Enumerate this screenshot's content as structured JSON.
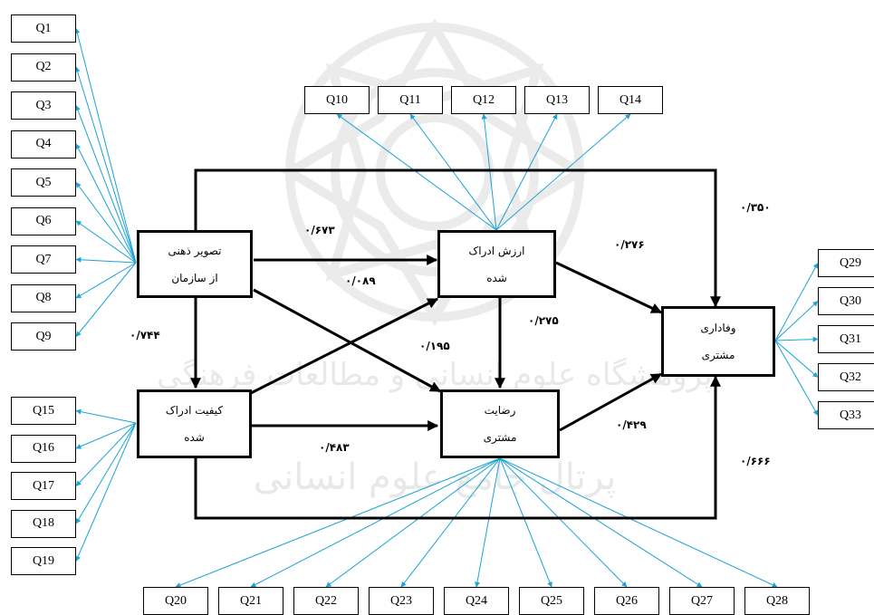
{
  "watermark": {
    "text": "پژوهشگاه علوم انسانی و مطالعات فرهنگی",
    "subtext": "پرتال جامع علوم انسانی"
  },
  "colors": {
    "indicator_arrow": "#1aa3d6",
    "structure": "#000000"
  },
  "constructs": {
    "image": {
      "line1": "تصویر ذهنی",
      "line2": "از سازمان"
    },
    "value": {
      "line1": "ارزش ادراک",
      "line2": "شده"
    },
    "quality": {
      "line1": "کیفیت ادراک",
      "line2": "شده"
    },
    "satisfaction": {
      "line1": "رضایت",
      "line2": "مشتری"
    },
    "loyalty": {
      "line1": "وفاداری",
      "line2": "مشتری"
    }
  },
  "coefficients": {
    "image_value": "۰/۶۷۳",
    "quality_value": "۰/۰۸۹",
    "image_quality": "۰/۷۴۴",
    "image_satisfaction": "۰/۱۹۵",
    "value_satisfaction": "۰/۲۷۵",
    "value_loyalty": "۰/۲۷۶",
    "image_loyalty": "۰/۳۵۰",
    "satisfaction_loyalty": "۰/۴۲۹",
    "quality_satisfaction": "۰/۴۸۳",
    "quality_loyalty": "۰/۶۶۶"
  },
  "indicators": {
    "image": [
      "Q1",
      "Q2",
      "Q3",
      "Q4",
      "Q5",
      "Q6",
      "Q7",
      "Q8",
      "Q9"
    ],
    "value": [
      "Q10",
      "Q11",
      "Q12",
      "Q13",
      "Q14"
    ],
    "quality": [
      "Q15",
      "Q16",
      "Q17",
      "Q18",
      "Q19"
    ],
    "satisfaction": [
      "Q20",
      "Q21",
      "Q22",
      "Q23",
      "Q24",
      "Q25",
      "Q26",
      "Q27",
      "Q28"
    ],
    "loyalty": [
      "Q29",
      "Q30",
      "Q31",
      "Q32",
      "Q33"
    ]
  }
}
